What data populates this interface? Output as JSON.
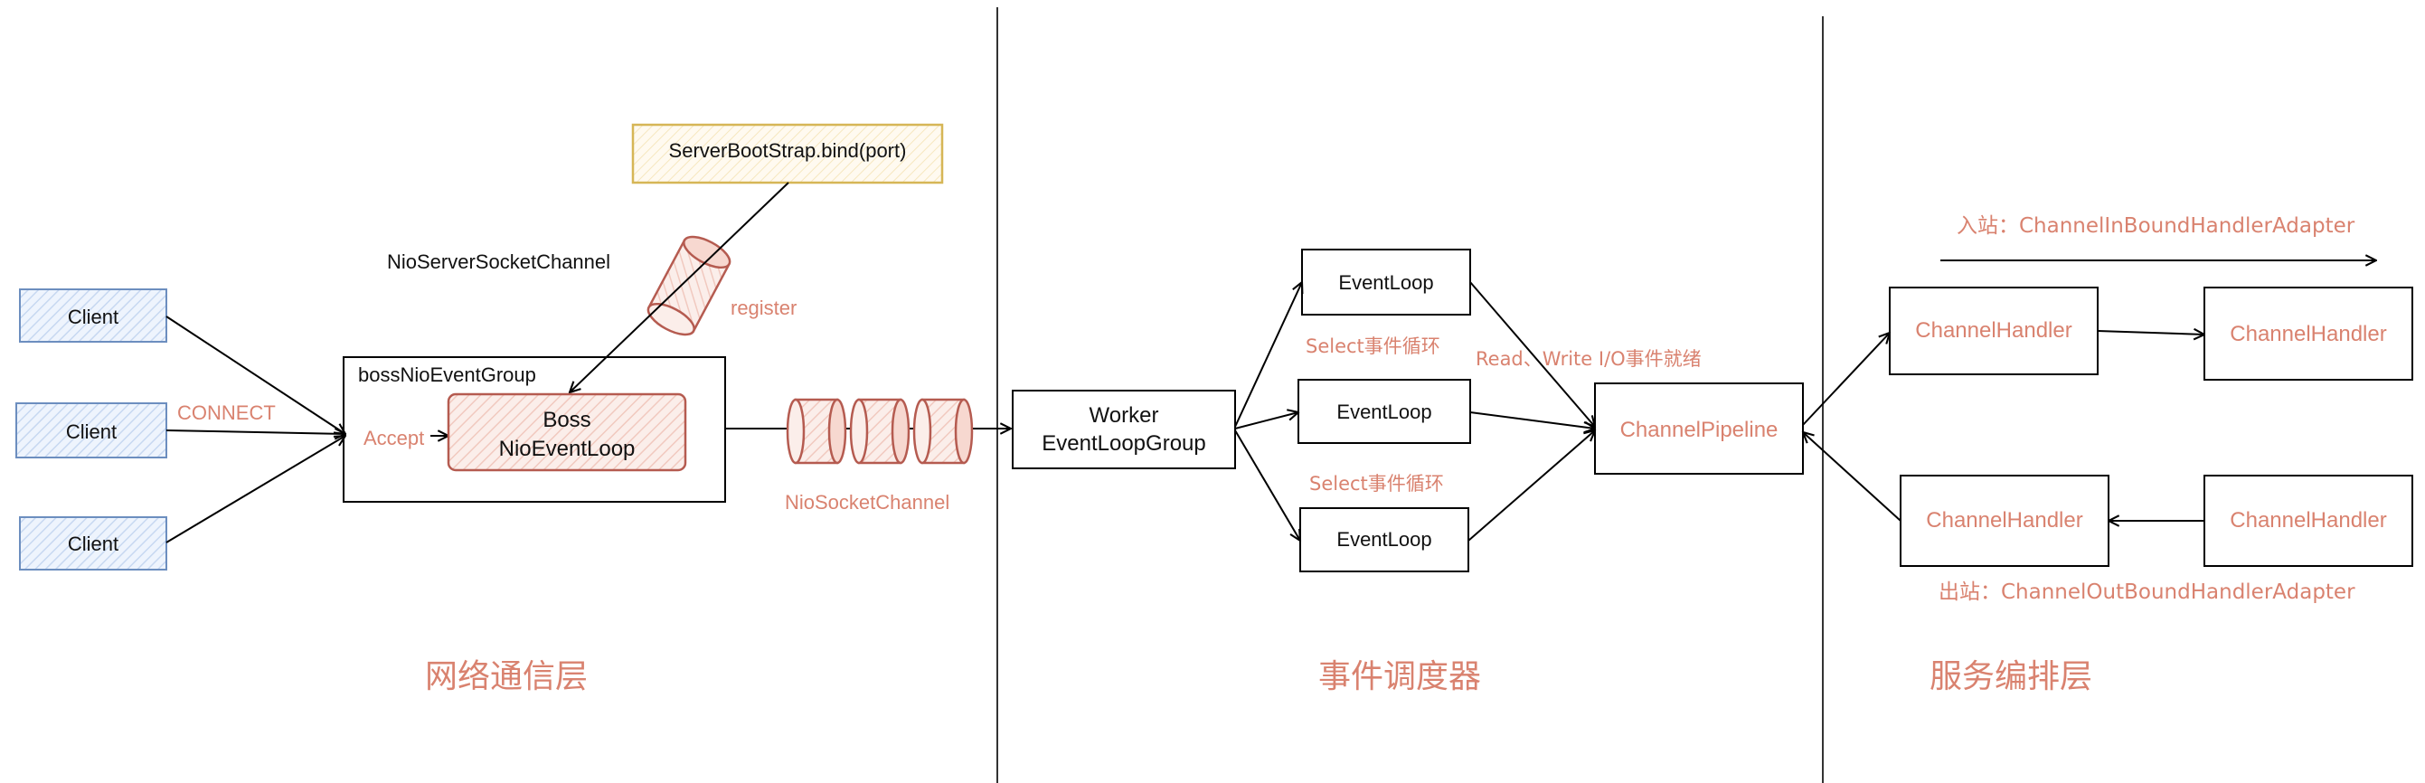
{
  "layers": {
    "network": "网络通信层",
    "scheduler": "事件调度器",
    "service": "服务编排层"
  },
  "bootstrap": "ServerBootStrap.bind(port)",
  "nio_server_socket_channel": "NioServerSocketChannel",
  "register": "register",
  "clients": [
    "Client",
    "Client",
    "Client"
  ],
  "connect": "CONNECT",
  "accept": "Accept",
  "boss_group": "bossNioEventGroup",
  "boss_loop": [
    "Boss",
    "NioEventLoop"
  ],
  "nio_socket_channel": "NioSocketChannel",
  "worker_group": [
    "Worker",
    "EventLoopGroup"
  ],
  "event_loops": [
    "EventLoop",
    "EventLoop",
    "EventLoop"
  ],
  "select_loop_1": "Select事件循环",
  "select_loop_2": "Select事件循环",
  "io_ready": "Read、Write I/O事件就绪",
  "pipeline": "ChannelPipeline",
  "inbound_label": "入站：ChannelInBoundHandlerAdapter",
  "outbound_label": "出站：ChannelOutBoundHandlerAdapter",
  "handlers": [
    "ChannelHandler",
    "ChannelHandler",
    "ChannelHandler",
    "ChannelHandler"
  ],
  "colors": {
    "accent": "#d9826f",
    "client_stroke": "#6c8ebf",
    "client_fill": "#dae8fc",
    "bootstrap_stroke": "#d6b656",
    "bootstrap_fill": "#fff8e6",
    "line": "#000000"
  }
}
